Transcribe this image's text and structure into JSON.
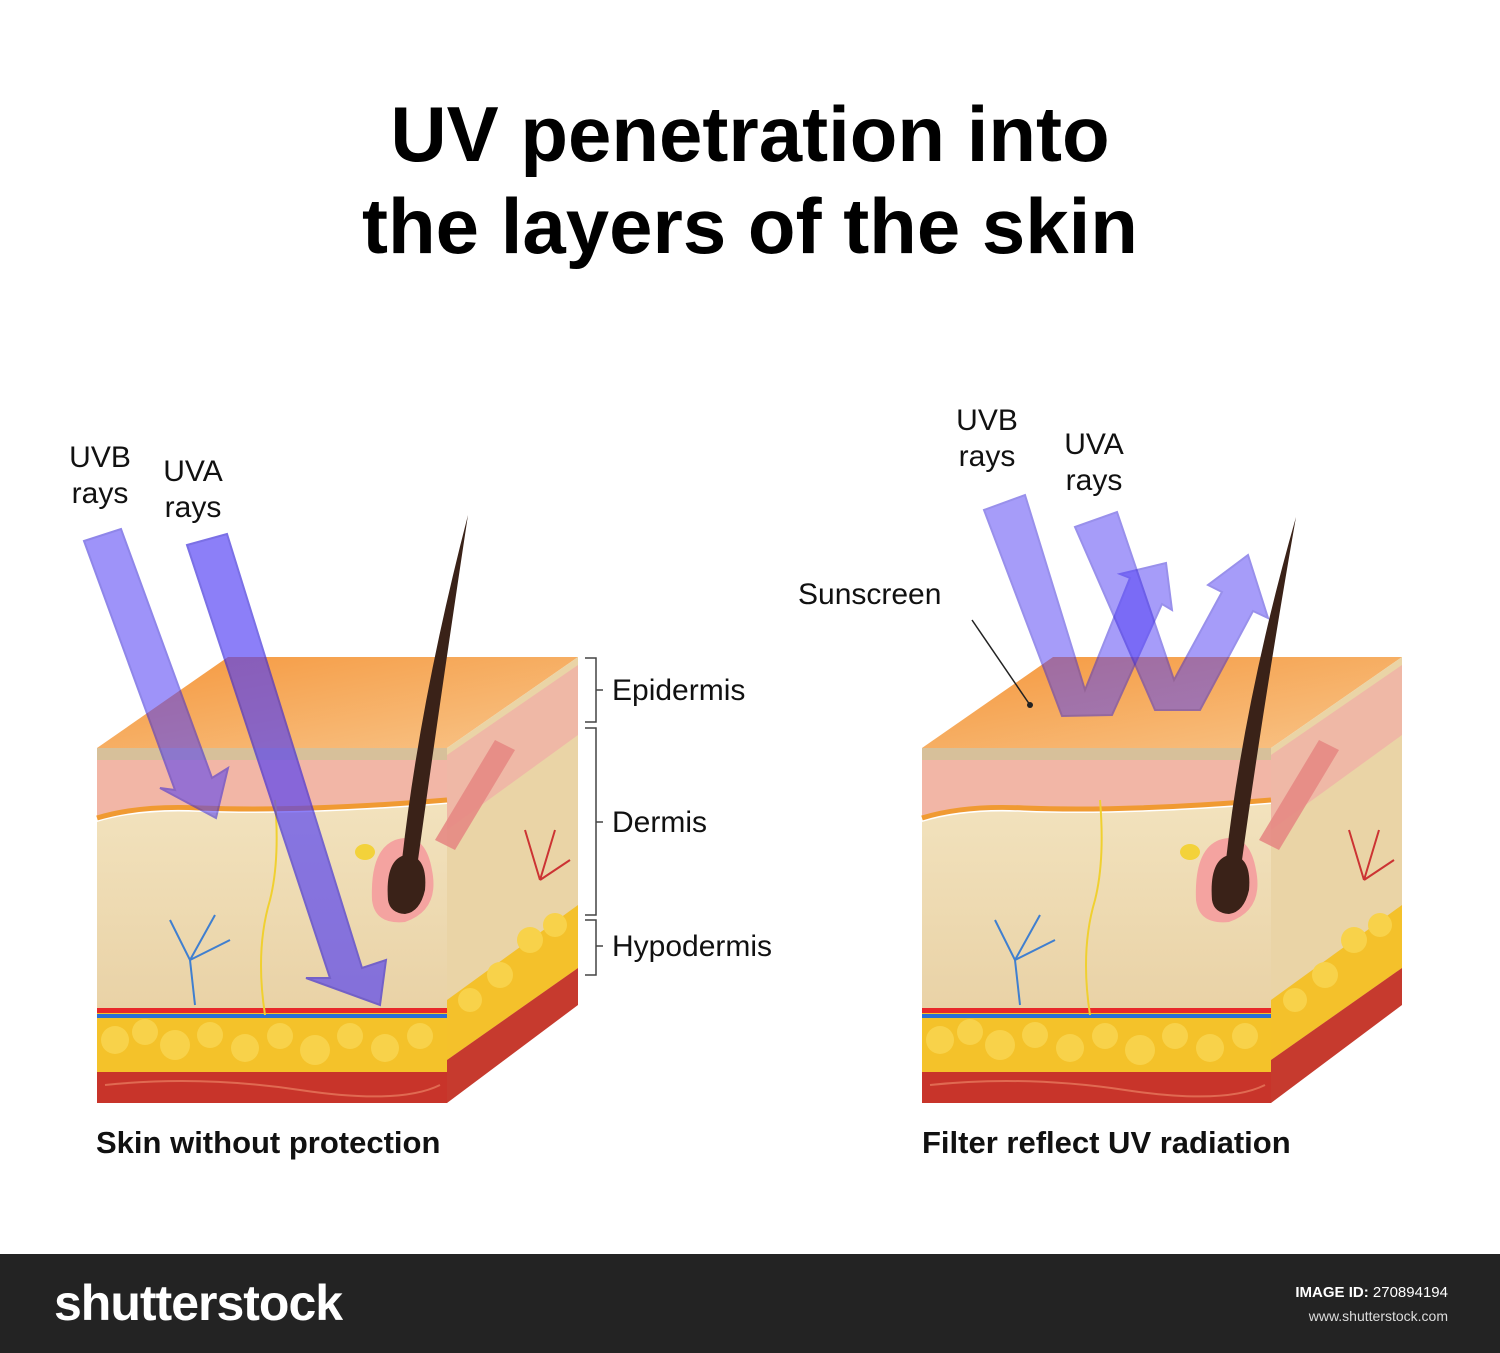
{
  "title": {
    "line1": "UV penetration into",
    "line2": "the layers of the skin"
  },
  "left_panel": {
    "uvb_label": {
      "line1": "UVB",
      "line2": "rays"
    },
    "uva_label": {
      "line1": "UVA",
      "line2": "rays"
    },
    "caption": "Skin without protection"
  },
  "right_panel": {
    "uvb_label": {
      "line1": "UVB",
      "line2": "rays"
    },
    "uva_label": {
      "line1": "UVA",
      "line2": "rays"
    },
    "sunscreen_label": "Sunscreen",
    "caption": "Filter reflect UV radiation"
  },
  "layers": {
    "epidermis": "Epidermis",
    "dermis": "Dermis",
    "hypodermis": "Hypodermis"
  },
  "colors": {
    "uv_arrow": "#4f3cf5",
    "sunscreen": "#f6a860",
    "epidermis": "#f3b9ae",
    "dermis": "#efdcb4",
    "fat": "#f7c528",
    "muscle": "#c8342a",
    "hair": "#3a2218"
  },
  "footer": {
    "brand": "shutterstock",
    "image_id_label": "IMAGE ID:",
    "image_id": "270894194",
    "site": "www.shutterstock.com"
  }
}
